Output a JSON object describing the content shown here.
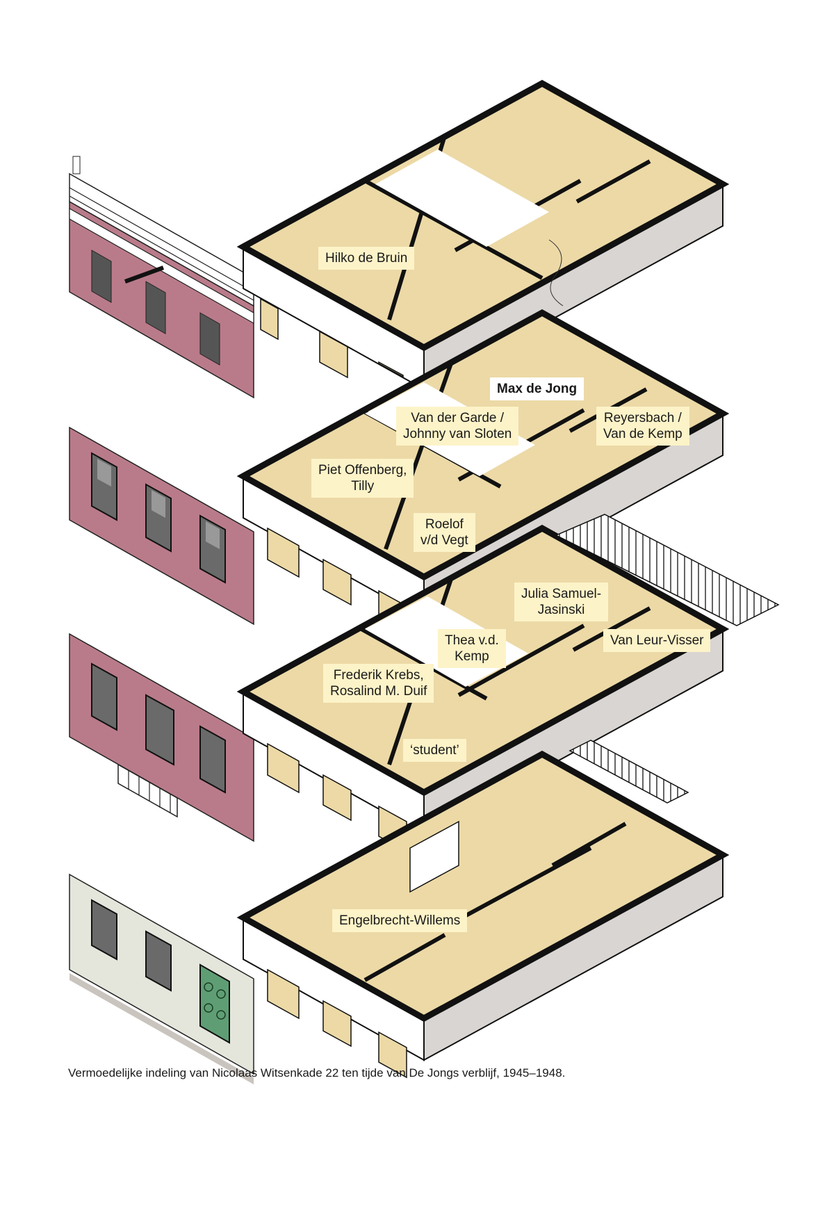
{
  "caption": "Vermoedelijke indeling van Nicolaas Witsenkade 22 ten tijde van De Jongs verblijf, 1945–1948.",
  "colors": {
    "floor": "#ecd9a6",
    "wall_inner": "#d9d5d2",
    "wall_top": "#111111",
    "facade_pink": "#b97b8a",
    "facade_cream": "#e4e6dc",
    "door_green": "#5f9e74",
    "label_bg": "#fdf3c8"
  },
  "floors": [
    {
      "level": "top",
      "facade": "pink-ornate",
      "rooms": [
        {
          "lines": [
            "Hilko de Bruin"
          ]
        }
      ]
    },
    {
      "level": "second",
      "facade": "pink",
      "rooms": [
        {
          "lines": [
            "Max de Jong"
          ],
          "highlight": true
        },
        {
          "lines": [
            "Van der Garde /",
            "Johnny van Sloten"
          ]
        },
        {
          "lines": [
            "Reyersbach /",
            "Van de Kemp"
          ]
        },
        {
          "lines": [
            "Piet Offenberg,",
            "Tilly"
          ]
        },
        {
          "lines": [
            "Roelof",
            "v/d Vegt"
          ]
        }
      ]
    },
    {
      "level": "first",
      "facade": "pink-balcony",
      "rooms": [
        {
          "lines": [
            "Julia Samuel-",
            "Jasinski"
          ]
        },
        {
          "lines": [
            "Thea v.d.",
            "Kemp"
          ]
        },
        {
          "lines": [
            "Van Leur-Visser"
          ]
        },
        {
          "lines": [
            "Frederik Krebs,",
            "Rosalind M. Duif"
          ]
        },
        {
          "lines": [
            "‘student’"
          ]
        }
      ]
    },
    {
      "level": "ground",
      "facade": "cream-green-door",
      "rooms": [
        {
          "lines": [
            "Engelbrecht-Willems"
          ]
        }
      ]
    }
  ]
}
